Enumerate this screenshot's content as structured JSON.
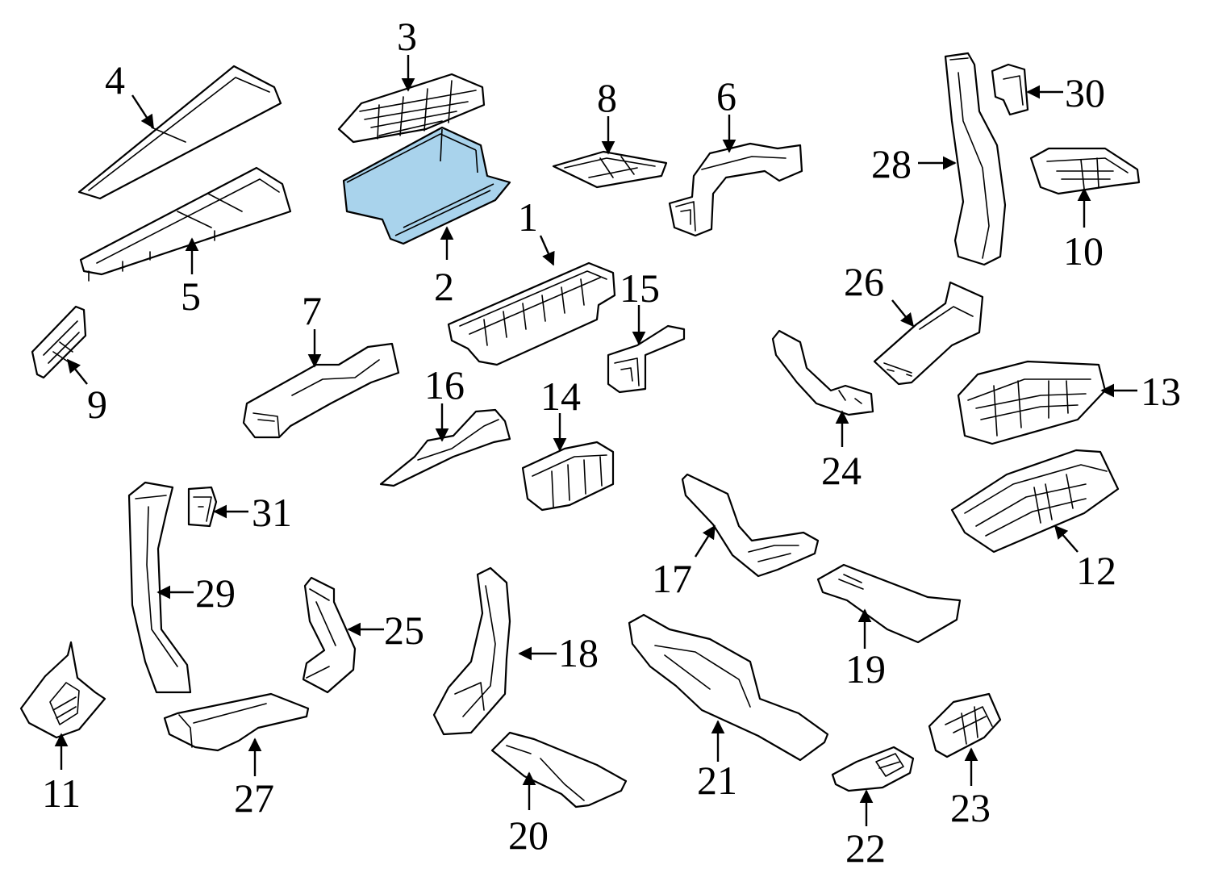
{
  "diagram": {
    "highlight_color": "#a9d3ec",
    "callouts": [
      "1",
      "2",
      "3",
      "4",
      "5",
      "6",
      "7",
      "8",
      "9",
      "10",
      "11",
      "12",
      "13",
      "14",
      "15",
      "16",
      "17",
      "18",
      "19",
      "20",
      "21",
      "22",
      "23",
      "24",
      "25",
      "26",
      "27",
      "28",
      "29",
      "30",
      "31"
    ]
  }
}
